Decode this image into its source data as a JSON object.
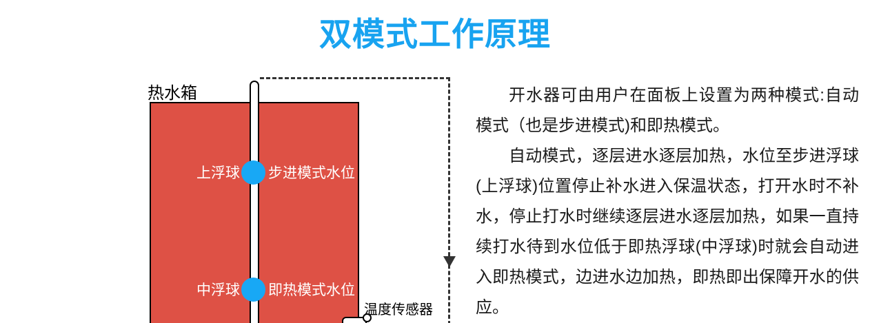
{
  "title": "双模式工作原理",
  "diagram": {
    "tank_label": "热水箱",
    "upper_float_label": "上浮球",
    "stepping_level_label": "步进模式水位",
    "middle_float_label": "中浮球",
    "instant_level_label": "即热模式水位",
    "sensor_label": "温度传感器",
    "icons": {
      "flow_arrow": "down-arrow",
      "float_ball": "filled-circle",
      "sensor_probe": "rounded-probe"
    }
  },
  "description": {
    "para1": "开水器可由用户在面板上设置为两种模式:自动模式（也是步进模式)和即热模式。",
    "para2": "自动模式，逐层进水逐层加热，水位至步进浮球(上浮球)位置停止补水进入保温状态，打开水时不补水，停止打水时继续逐层进水逐层加热，如果一直持续打水待到水位低于即热浮球(中浮球)时就会自动进入即热模式，边进水边加热，即热即出保障开水的供应。"
  },
  "colors": {
    "title_blue": "#18a3f0",
    "tank_red": "#de5145",
    "ball_blue": "#18a8f5",
    "dash_gray": "#333333",
    "label_white": "#ffffff",
    "text_black": "#1a1a1a"
  }
}
